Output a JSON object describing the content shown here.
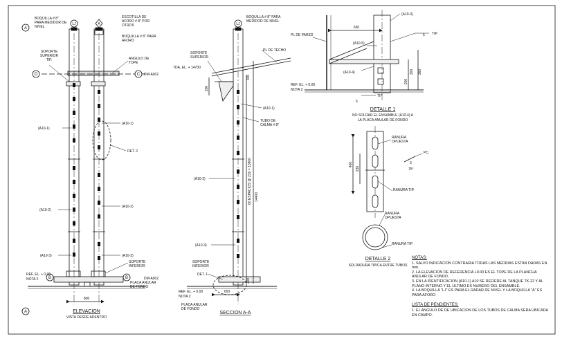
{
  "elevation": {
    "title": "ELEVACION",
    "subtitle": "VISTA DESDE ADENTRO",
    "dim_width": "806",
    "ref_el": "REF. EL. + 0.00",
    "nota": "NOTA 2",
    "labels": {
      "boquilla_nivel": "BOQUILLA # 8\" PARA MEDIDOR DE NIVEL",
      "escotilla": "ESCOTILLA DE AFORO # 8\" POR OTROS",
      "boquilla_aforo": "BOQUILLA # 8\" PARA AFORO",
      "angulo_tope": "ANGULO DE TOPE",
      "soporte_superior": "SOPORTE SUPERIOR TIP.",
      "soporte_inferior": "SOPORTE INFERIOR",
      "placa_anular": "PLACA ANULAR DE FONDO",
      "det2": "DET. 2",
      "a10_1": "(A10-1)",
      "a10_2": "(A10-2)",
      "a10_3": "(A10-3)",
      "dm": "DM-A002",
      "tag_a": "A",
      "tag_b": "B",
      "tag_c": "C",
      "tag_d": "D",
      "tag_lj": "LJ",
      "tag_a_nozzle": "A"
    }
  },
  "section": {
    "title": "SECCION A-A",
    "tda_el": "TDA. EL. + 14700",
    "pl_techo": "PL DE TECHO",
    "tubo_calma": "TUBO DE CALMA # 8\"",
    "soporte_superior": "SOPORTE SUPERIOR",
    "soporte_inferior": "SOPORTE INFERIOR",
    "placa_anular": "PLACA ANULAR DE FONDO",
    "boquilla_nivel": "BOQUILLA # 8\" PARA MEDIDOR DE NIVEL",
    "ref_el": "REF. EL. + 0.00",
    "nota": "NOTA 2",
    "det1": "DET. 1",
    "espacios": "60 ESPACIOS @ 230 = 13800",
    "total": "14400",
    "dim_200": "200",
    "dim_300": "300",
    "dim_650": "650",
    "a10_1": "(A10-1)",
    "a10_2": "(A10-2)",
    "a10_3": "(A10-3)"
  },
  "detail1": {
    "title": "DETALLE 1",
    "note_line1": "NO SOLDAR EL ENSAMBLE (A10-4) A",
    "note_line2": "LA PLACA ANULAR DE FONDO",
    "pl_pared": "PL DE PARED",
    "ref_el": "REF. EL. + 0.00",
    "nota": "NOTA 2",
    "dim_650": "650",
    "dim_200": "200",
    "dim_300": "300",
    "dim_360": "360",
    "a10_3": "(A10-3)",
    "a10_5": "(A10-5)",
    "a10_4": "(A10-4)",
    "tip": "TIP.",
    "weld_5": "5",
    "weld_6": "6"
  },
  "detail2": {
    "title": "DETALLE 2",
    "subtitle": "SOLDADURA TIPICA ENTRE TUBOS",
    "ranura_opuesta": "RANURA OPUESTA",
    "ranura_tip": "RANURA TIP.",
    "dim_460": "460",
    "dim_230": "230",
    "pc": "PC.",
    "weld_3": "3",
    "angle": "75°"
  },
  "notes": {
    "heading": "NOTAS:",
    "items": [
      "1. SALVO INDICACION CONTRARIA TODAS LAS MEDIDAS ESTAN DADAS EN mm.",
      "2. LA ELEVACION DE REFERENCIA +0.00 ES EL TOPE DE LA PLANCHA ANULAR DE FONDO.",
      "3. EN LA IDENTIFICACION (A10-1) A10 SE REFIERE AL TANQUE TK-22 Y AL PLANO INTERNO Y EL ULTIMO ES NUMERO DEL ENSAMBLE.",
      "4. LA BOQUILLA \"LJ\" ES PARA EL RADAR DE NIVEL Y LA BOQUILLA \"A\" ES PARA AFORO"
    ],
    "pending_heading": "LISTA DE PENDIENTES:",
    "pending_items": [
      "1. EL ANGULO DE DE UBICACION DE LOS TUBOS DE CALMA SERA UBICADA EN CAMPO."
    ]
  }
}
